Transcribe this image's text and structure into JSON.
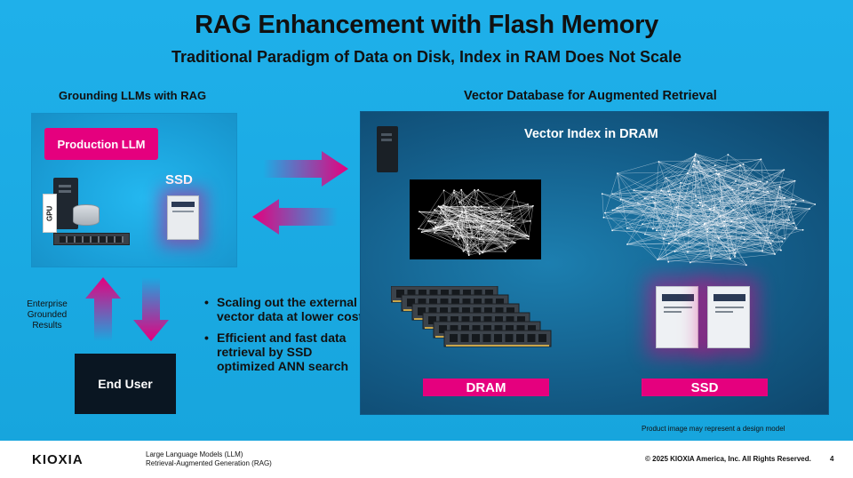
{
  "title": "RAG Enhancement with Flash Memory",
  "subtitle": "Traditional Paradigm of Data on Disk, Index in RAM Does Not Scale",
  "left_section": {
    "heading": "Grounding LLMs with RAG",
    "production_llm": "Production LLM",
    "ssd_label": "SSD",
    "gpu_label": "GPU"
  },
  "enterprise_label": "Enterprise Grounded Results",
  "end_user": "End User",
  "bullets": [
    "Scaling out the external vector data at lower cost",
    "Efficient and fast data retrieval by SSD optimized ANN search"
  ],
  "right_section": {
    "heading": "Vector Database for Augmented Retrieval",
    "vector_index_title": "Vector Index in DRAM",
    "dram_tag": "DRAM",
    "ssd_tag": "SSD"
  },
  "disclaimer": "Product image may represent a design model",
  "footer": {
    "logo": "KIOXIA",
    "def1": "Large Language Models (LLM)",
    "def2": "Retrieval-Augmented Generation (RAG)",
    "copyright": "© 2025 KIOXIA America, Inc. All Rights Reserved.",
    "page_number": "4"
  },
  "colors": {
    "accent": "#e5007e",
    "background": "#1aa8e0",
    "panel_dark": "#145e8a"
  }
}
